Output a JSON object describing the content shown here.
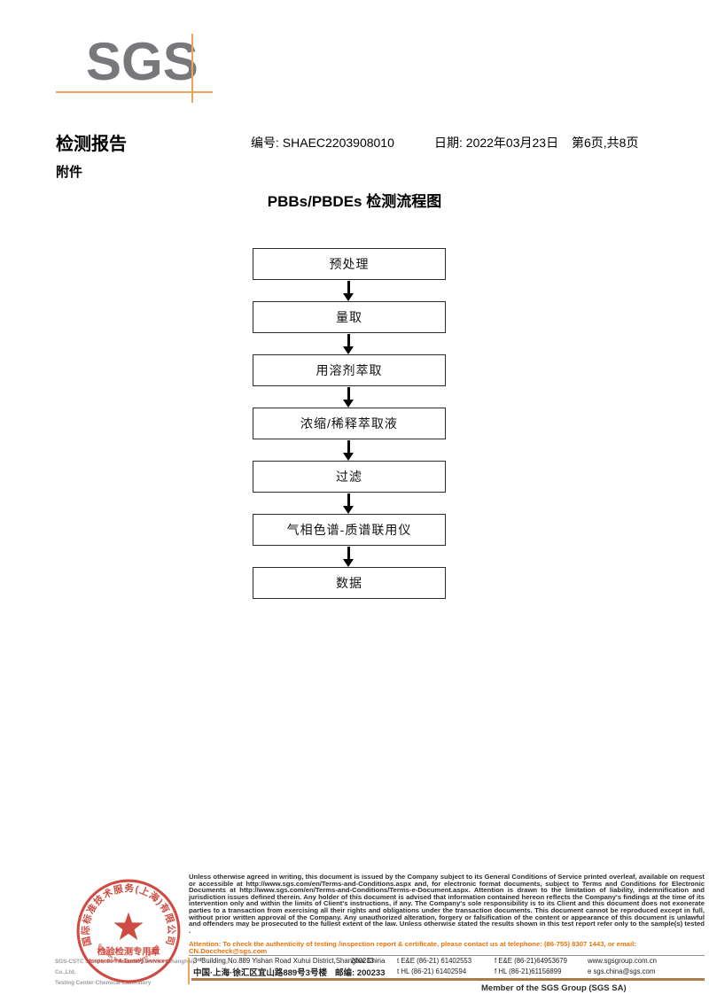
{
  "colors": {
    "logo_gray": "#77787B",
    "crop_orange": "#E8A35C",
    "stamp_red": "#CC3B30",
    "attention_orange": "#E8740C",
    "footer_line_brown": "#AD7A4E"
  },
  "brand": {
    "logo": "SGS"
  },
  "header": {
    "report_title": "检测报告",
    "report_no": "编号: SHAEC2203908010",
    "date": "日期: 2022年03月23日",
    "page": "第6页,共8页",
    "attachment": "附件"
  },
  "flowchart": {
    "title": "PBBs/PBDEs 检测流程图",
    "steps": [
      "预处理",
      "量取",
      "用溶剂萃取",
      "浓缩/稀释萃取液",
      "过滤",
      "气相色谱-质谱联用仪",
      "数据"
    ]
  },
  "stamp": {
    "arc_text": "国际标准技术服务(上海)有限公司",
    "bottom_arc_text": "SGS-CSTC Standards Technical Services (Shanghai) Co.,Ltd.",
    "seal_line1": "检验检测专用章",
    "seal_line2": "Inspection & Testing Services"
  },
  "footer": {
    "company_line1": "SGS-CSTC Standards Technical Services (Shanghai) Co.,Ltd.",
    "company_line2": "Testing Center-Chemical Laboratory",
    "legal_text": "Unless otherwise agreed in writing, this document is issued by the Company subject to its General Conditions of Service printed overleaf, available on request or accessible at http://www.sgs.com/en/Terms-and-Conditions.aspx and, for electronic format documents, subject to Terms and Conditions for Electronic Documents at http://www.sgs.com/en/Terms-and-Conditions/Terms-e-Document.aspx. Attention is drawn to the limitation of liability, indemnification and jurisdiction issues defined therein. Any holder of this document is advised that information contained hereon reflects the Company's findings at the time of its intervention only and within the limits of Client's instructions, if any. The Company's sole responsibility is to its Client and this document does not exonerate parties to a transaction from exercising all their rights and obligations under the transaction documents. This document cannot be reproduced except in full, without prior written approval of the Company. Any unauthorized alteration, forgery or falsification of the content or appearance of this document is unlawful and offenders may be prosecuted to the fullest extent of the law. Unless otherwise stated the results shown in this test report refer only to the sample(s) tested .",
    "attention_text": "Attention: To check the authenticity of testing /inspection report & certificate, please contact us at telephone: (86-755) 8307 1443, or email: CN.Doccheck@sgs.com",
    "address": {
      "line1_en": "3ʳᵈBuilding,No.889 Yishan Road Xuhui District,Shanghai China",
      "line1_zip": "200233",
      "line1_tel": "t E&E (86-21) 61402553",
      "line1_fax": "f E&E (86-21)64953679",
      "line1_web": "www.sgsgroup.com.cn",
      "line2_cn": "中国·上海·徐汇区宜山路889号3号楼",
      "line2_zip": "邮编: 200233",
      "line2_tel": "t HL (86-21) 61402594",
      "line2_fax": "f HL (86-21)61156899",
      "line2_email": "e  sgs.china@sgs.com"
    },
    "member_text": "Member of the SGS Group (SGS SA)"
  }
}
